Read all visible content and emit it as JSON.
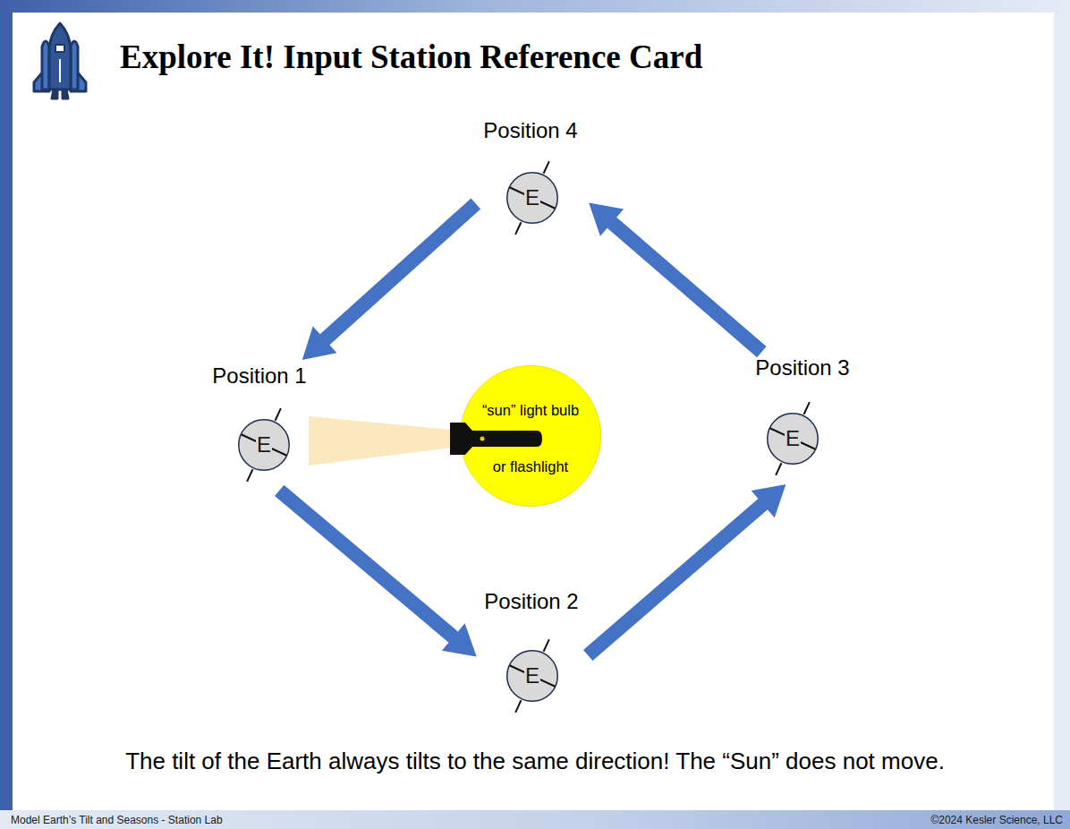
{
  "diagram": {
    "title": "Explore It! Input Station Reference Card",
    "caption": "The tilt of the Earth always tilts to the same direction! The “Sun” does not move.",
    "nodes": [
      {
        "text": [
          "Position 4",
          "E"
        ]
      },
      {
        "text": [
          "Position 1",
          "E"
        ]
      },
      {
        "text": [
          "“sun” light bulb",
          "or flashlight"
        ]
      },
      {
        "text": [
          "Position 3",
          "E"
        ]
      },
      {
        "text": [
          "Position 2",
          "E"
        ]
      }
    ],
    "edges": [
      {
        "from": 0,
        "to": 1,
        "arrow": "to"
      },
      {
        "from": 1,
        "to": 4,
        "arrow": "to"
      },
      {
        "from": 4,
        "to": 3,
        "arrow": "to"
      },
      {
        "from": 3,
        "to": 0,
        "arrow": "to"
      }
    ],
    "labels": [
      "Model Earth’s Tilt and Seasons - Station Lab",
      "©2024 Kesler Science, LLC"
    ]
  }
}
